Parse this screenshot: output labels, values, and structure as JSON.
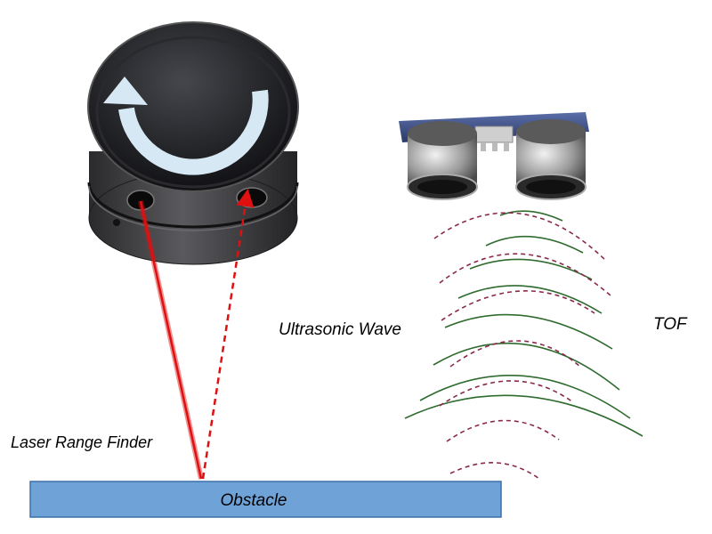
{
  "labels": {
    "laser_range_finder": "Laser Range Finder",
    "ultrasonic_wave": "Ultrasonic Wave",
    "tof": "TOF",
    "obstacle": "Obstacle"
  },
  "icons": {
    "laser_device": "lidar-sensor-icon",
    "rotation_arrow": "rotation-arrow-icon",
    "ultrasonic_sensor": "ultrasonic-sensor-icon"
  },
  "colors": {
    "laser_beam": "#e01010",
    "emitted_wave": "#2f6b2f",
    "reflected_wave": "#8a2a4a",
    "obstacle_fill": "#6fa3d8",
    "obstacle_stroke": "#3c6fa8",
    "device_body": "#3b3b3e"
  }
}
